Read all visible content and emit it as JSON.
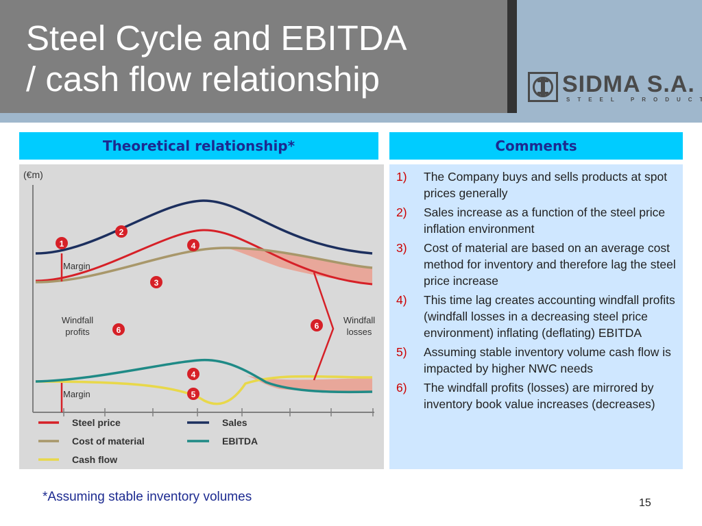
{
  "header": {
    "title_line1": "Steel Cycle and EBITDA",
    "title_line2": "/ cash flow relationship"
  },
  "logo": {
    "name": "SIDMA S.A.",
    "tagline": "STEEL PRODUCTS"
  },
  "left_panel": {
    "heading": "Theoretical relationship*",
    "unit": "(€m)",
    "labels": {
      "margin_top": "Margin",
      "margin_bottom": "Margin",
      "windfall_profits_1": "Windfall",
      "windfall_profits_2": "profits",
      "windfall_losses_1": "Windfall",
      "windfall_losses_2": "losses"
    },
    "markers": {
      "m1": "1",
      "m2": "2",
      "m3": "3",
      "m4_top": "4",
      "m4_bottom": "4",
      "m5": "5",
      "m6_left": "6",
      "m6_right": "6"
    },
    "legend": [
      {
        "label": "Steel price",
        "color": "#d62027"
      },
      {
        "label": "Sales",
        "color": "#1c2f5e"
      },
      {
        "label": "Cost of material",
        "color": "#a8976a"
      },
      {
        "label": "EBITDA",
        "color": "#1f8a86"
      },
      {
        "label": "Cash flow",
        "color": "#e8d84a"
      }
    ]
  },
  "right_panel": {
    "heading": "Comments",
    "items": [
      {
        "num": "1)",
        "text": "The Company buys and sells products at spot prices generally"
      },
      {
        "num": "2)",
        "text": "Sales increase as a function of the steel price inflation environment"
      },
      {
        "num": "3)",
        "text": "Cost of material are based on an average cost method for inventory and therefore lag the steel price increase"
      },
      {
        "num": "4)",
        "text": "This time lag creates accounting windfall profits (windfall losses in a decreasing steel price environment) inflating (deflating) EBITDA"
      },
      {
        "num": "5)",
        "text": "Assuming stable inventory volume cash flow is impacted by higher NWC needs"
      },
      {
        "num": "6)",
        "text": "The windfall profits (losses) are mirrored by inventory book value increases (decreases)"
      }
    ]
  },
  "footnote": "*Assuming stable inventory volumes",
  "page_number": "15",
  "colors": {
    "header_bg": "#7f7f7f",
    "accent_band": "#9fb7cc",
    "box_heading_bg": "#00ccff",
    "box_heading_text": "#1c2a90",
    "marker_red": "#d62027",
    "windfall_fill": "#e8a79a"
  }
}
